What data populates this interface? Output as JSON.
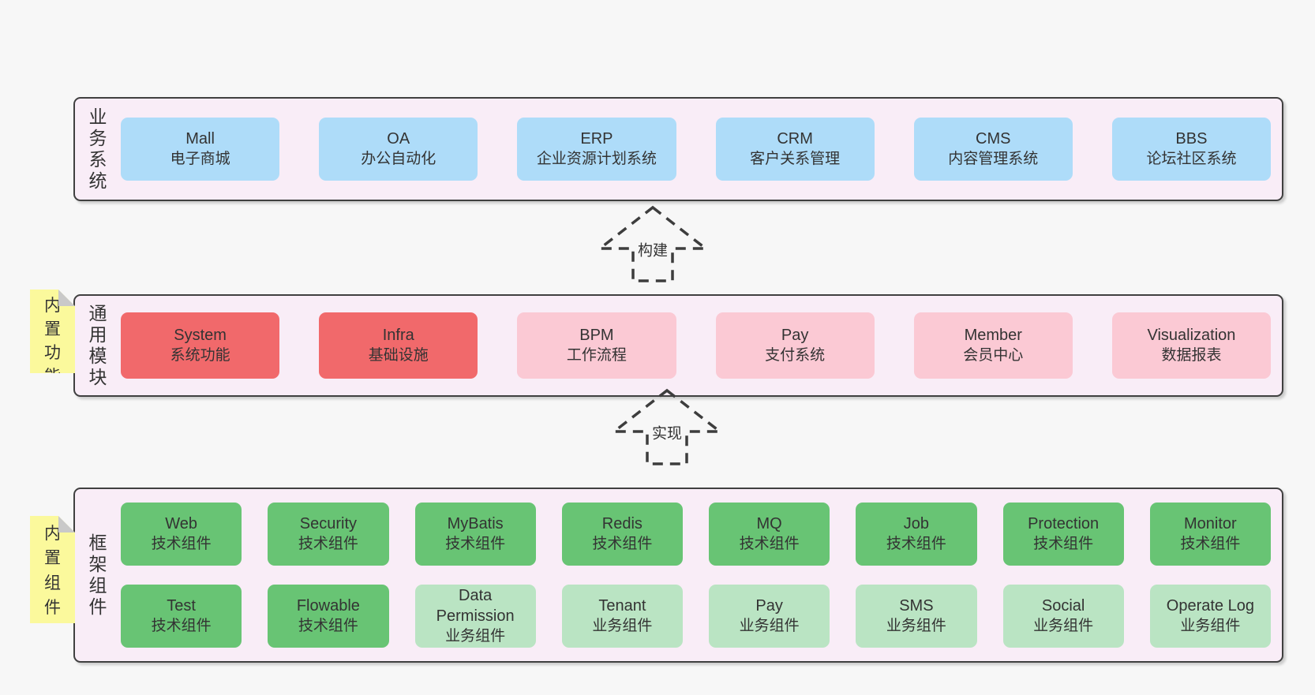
{
  "colors": {
    "page-bg": "#f7f7f7",
    "band-bg": "#f9edf7",
    "band-border": "#404040",
    "text": "#333333",
    "arrow": "#3d3d3d",
    "blue": "#aedcf9",
    "red": "#f1696b",
    "pink": "#fbc9d4",
    "green": "#68c474",
    "lightgreen": "#bae4c3",
    "sticky": "#fbf99c",
    "sticky-fold": "#c9c9c9"
  },
  "labels": {
    "build_arrow": "构建",
    "implement_arrow": "实现"
  },
  "bands": [
    {
      "side_label": "业务系统",
      "rows": [
        [
          {
            "name": "Mall",
            "desc": "电子商城",
            "variant": "blue"
          },
          {
            "name": "OA",
            "desc": "办公自动化",
            "variant": "blue"
          },
          {
            "name": "ERP",
            "desc": "企业资源计划系统",
            "variant": "blue"
          },
          {
            "name": "CRM",
            "desc": "客户关系管理",
            "variant": "blue"
          },
          {
            "name": "CMS",
            "desc": "内容管理系统",
            "variant": "blue"
          },
          {
            "name": "BBS",
            "desc": "论坛社区系统",
            "variant": "blue"
          }
        ]
      ]
    },
    {
      "side_label": "通用模块",
      "sticky": "内置功能",
      "rows": [
        [
          {
            "name": "System",
            "desc": "系统功能",
            "variant": "red"
          },
          {
            "name": "Infra",
            "desc": "基础设施",
            "variant": "red"
          },
          {
            "name": "BPM",
            "desc": "工作流程",
            "variant": "pink"
          },
          {
            "name": "Pay",
            "desc": "支付系统",
            "variant": "pink"
          },
          {
            "name": "Member",
            "desc": "会员中心",
            "variant": "pink"
          },
          {
            "name": "Visualization",
            "desc": "数据报表",
            "variant": "pink"
          }
        ]
      ]
    },
    {
      "side_label": "框架组件",
      "sticky": "内置组件",
      "rows": [
        [
          {
            "name": "Web",
            "desc": "技术组件",
            "variant": "green"
          },
          {
            "name": "Security",
            "desc": "技术组件",
            "variant": "green"
          },
          {
            "name": "MyBatis",
            "desc": "技术组件",
            "variant": "green"
          },
          {
            "name": "Redis",
            "desc": "技术组件",
            "variant": "green"
          },
          {
            "name": "MQ",
            "desc": "技术组件",
            "variant": "green"
          },
          {
            "name": "Job",
            "desc": "技术组件",
            "variant": "green"
          },
          {
            "name": "Protection",
            "desc": "技术组件",
            "variant": "green"
          },
          {
            "name": "Monitor",
            "desc": "技术组件",
            "variant": "green"
          }
        ],
        [
          {
            "name": "Test",
            "desc": "技术组件",
            "variant": "green"
          },
          {
            "name": "Flowable",
            "desc": "技术组件",
            "variant": "green"
          },
          {
            "name": "Data Permission",
            "desc": "业务组件",
            "variant": "lightgreen"
          },
          {
            "name": "Tenant",
            "desc": "业务组件",
            "variant": "lightgreen"
          },
          {
            "name": "Pay",
            "desc": "业务组件",
            "variant": "lightgreen"
          },
          {
            "name": "SMS",
            "desc": "业务组件",
            "variant": "lightgreen"
          },
          {
            "name": "Social",
            "desc": "业务组件",
            "variant": "lightgreen"
          },
          {
            "name": "Operate Log",
            "desc": "业务组件",
            "variant": "lightgreen"
          }
        ]
      ]
    }
  ]
}
